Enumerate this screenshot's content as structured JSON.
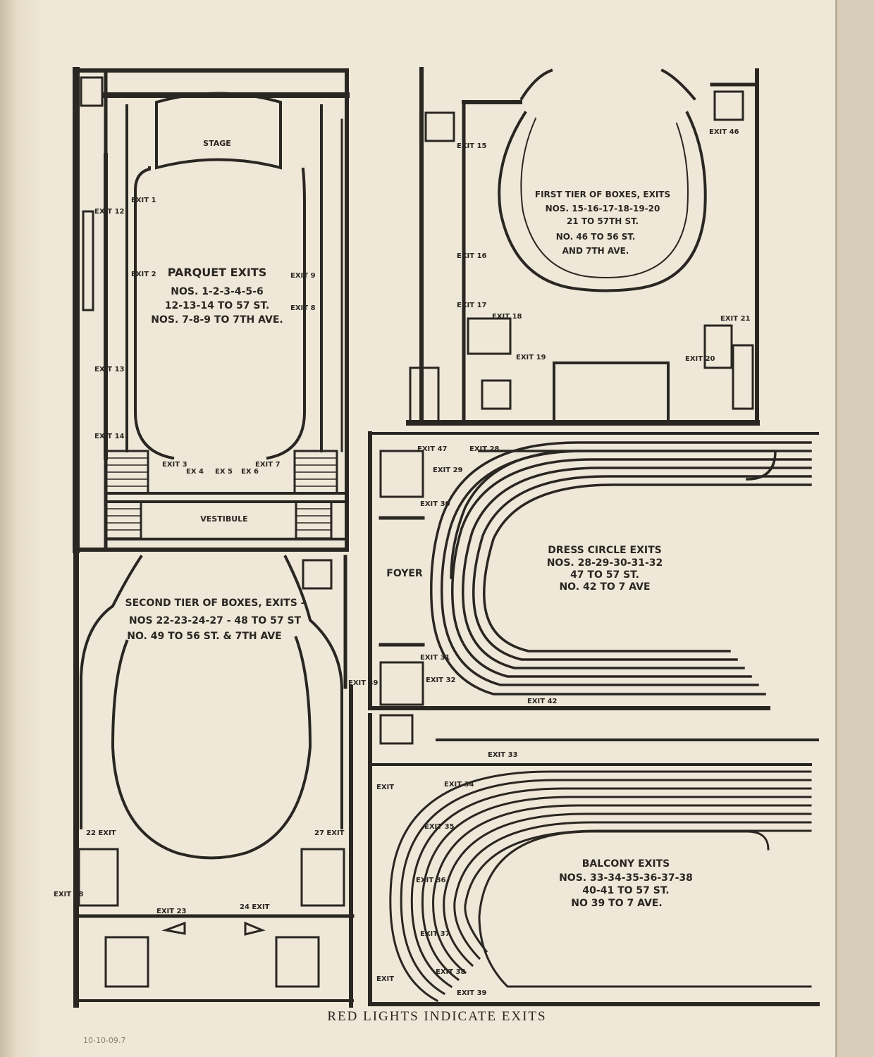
{
  "parquet": {
    "stage": "STAGE",
    "vestibule": "VESTIBULE",
    "title": "PARQUET EXITS",
    "line1": "NOS. 1-2-3-4-5-6",
    "line2": "12-13-14 TO 57 ST.",
    "line3": "NOS. 7-8-9 TO 7TH AVE.",
    "exits": [
      "EXIT 1",
      "EXIT 2",
      "EXIT 3",
      "EX 4",
      "EX 5",
      "EX 6",
      "EXIT 7",
      "EXIT 8",
      "EXIT 9",
      "EXIT 12",
      "EXIT 13",
      "EXIT 14"
    ]
  },
  "first_tier": {
    "title": "FIRST TIER OF BOXES, EXITS",
    "line1": "NOS. 15-16-17-18-19-20",
    "line2": "21 TO 57TH ST.",
    "line3": "NO. 46 TO 56 ST.",
    "line4": "AND 7TH AVE.",
    "exits": [
      "EXIT 15",
      "EXIT 16",
      "EXIT 17",
      "EXIT 18",
      "EXIT 19",
      "EXIT 20",
      "EXIT 21",
      "EXIT 46"
    ]
  },
  "second_tier": {
    "title": "SECOND TIER OF BOXES, EXITS -",
    "line1": "NOS 22-23-24-27 - 48 TO 57 ST",
    "line2": "NO. 49 TO 56 ST. & 7TH AVE",
    "exits": [
      "22 EXIT",
      "EXIT 23",
      "24 EXIT",
      "27 EXIT",
      "EXIT 38",
      "EXIT 49"
    ]
  },
  "dress_circle": {
    "foyer": "FOYER",
    "title": "DRESS CIRCLE EXITS",
    "line1": "NOS. 28-29-30-31-32",
    "line2": "47 TO 57 ST.",
    "line3": "NO. 42 TO 7 AVE",
    "exits": [
      "EXIT 47",
      "EXIT 28",
      "EXIT 29",
      "EXIT 30",
      "EXIT 31",
      "EXIT 32",
      "EXIT 42"
    ]
  },
  "balcony": {
    "title": "BALCONY EXITS",
    "line1": "NOS. 33-34-35-36-37-38",
    "line2": "40-41 TO 57 ST.",
    "line3": "NO 39 TO 7 AVE.",
    "exits": [
      "EXIT 33",
      "EXIT 34",
      "EXIT 35",
      "EXIT 36",
      "EXIT 37",
      "EXIT 38",
      "EXIT 39",
      "EXIT",
      "EXIT"
    ]
  },
  "footer": "RED LIGHTS INDICATE EXITS",
  "note": "10-10-09.7"
}
